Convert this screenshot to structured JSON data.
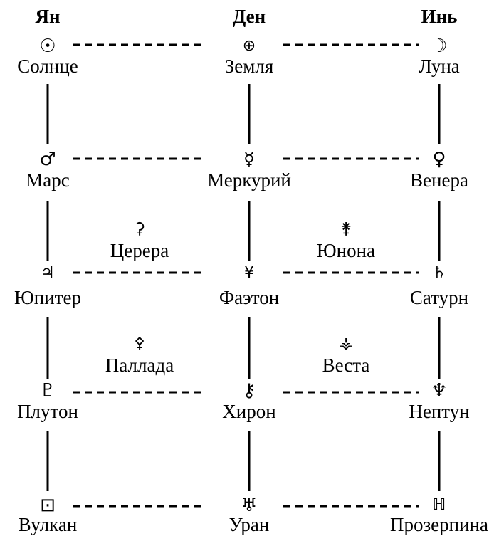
{
  "headers": {
    "yang": "Ян",
    "den": "Ден",
    "yin": "Инь"
  },
  "nodes": {
    "sun": {
      "symbol": "☉",
      "label": "Солнце"
    },
    "earth": {
      "symbol": "⊕",
      "label": "Земля"
    },
    "moon": {
      "symbol": "☽",
      "label": "Луна"
    },
    "mars": {
      "symbol": "♂",
      "label": "Марс"
    },
    "mercury": {
      "symbol": "☿",
      "label": "Меркурий"
    },
    "venus": {
      "symbol": "♀",
      "label": "Венера"
    },
    "ceres": {
      "symbol": "⚳",
      "label": "Церера"
    },
    "juno": {
      "symbol": "⚵",
      "label": "Юнона"
    },
    "jupiter": {
      "symbol": "♃",
      "label": "Юпитер"
    },
    "phaethon": {
      "symbol": "¥",
      "label": "Фаэтон"
    },
    "saturn": {
      "symbol": "♄",
      "label": "Сатурн"
    },
    "pallas": {
      "symbol": "⚴",
      "label": "Паллада"
    },
    "vesta": {
      "symbol": "⚶",
      "label": "Веста"
    },
    "pluto": {
      "symbol": "♇",
      "label": "Плутон"
    },
    "chiron": {
      "symbol": "⚷",
      "label": "Хирон"
    },
    "neptune": {
      "symbol": "♆",
      "label": "Нептун"
    },
    "vulcan": {
      "symbol": "⊡",
      "label": "Вулкан"
    },
    "uranus": {
      "symbol": "♅",
      "label": "Уран"
    },
    "proserpina": {
      "symbol": "ℍ",
      "label": "Прозерпина"
    }
  }
}
